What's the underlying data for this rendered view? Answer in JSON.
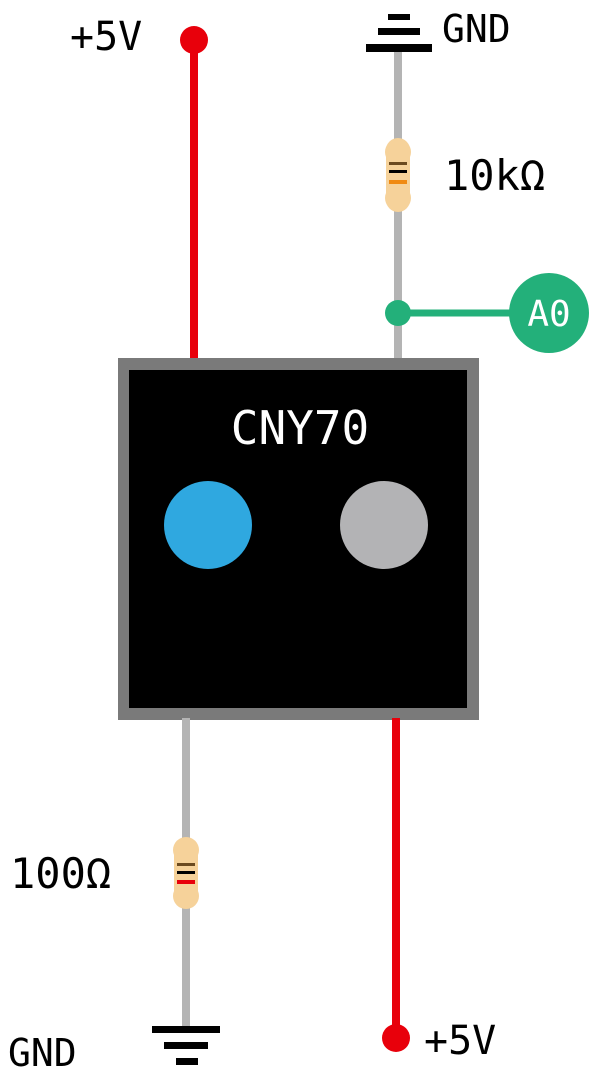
{
  "labels": {
    "vcc_top": "+5V",
    "gnd_top": "GND",
    "r_top": "10kΩ",
    "analog_pin": "A0",
    "sensor_name": "CNY70",
    "r_bottom": "100Ω",
    "gnd_bottom": "GND",
    "vcc_bottom": "+5V"
  },
  "colors": {
    "power_wire": "#e8000b",
    "ground_wire": "#b4b4b4",
    "signal_wire": "#23b07a",
    "sensor_body": "#000000",
    "sensor_border": "#7a7a7a",
    "emitter": "#2fa8e0",
    "detector": "#b3b3b5",
    "resistor_body": "#f6d29a"
  }
}
